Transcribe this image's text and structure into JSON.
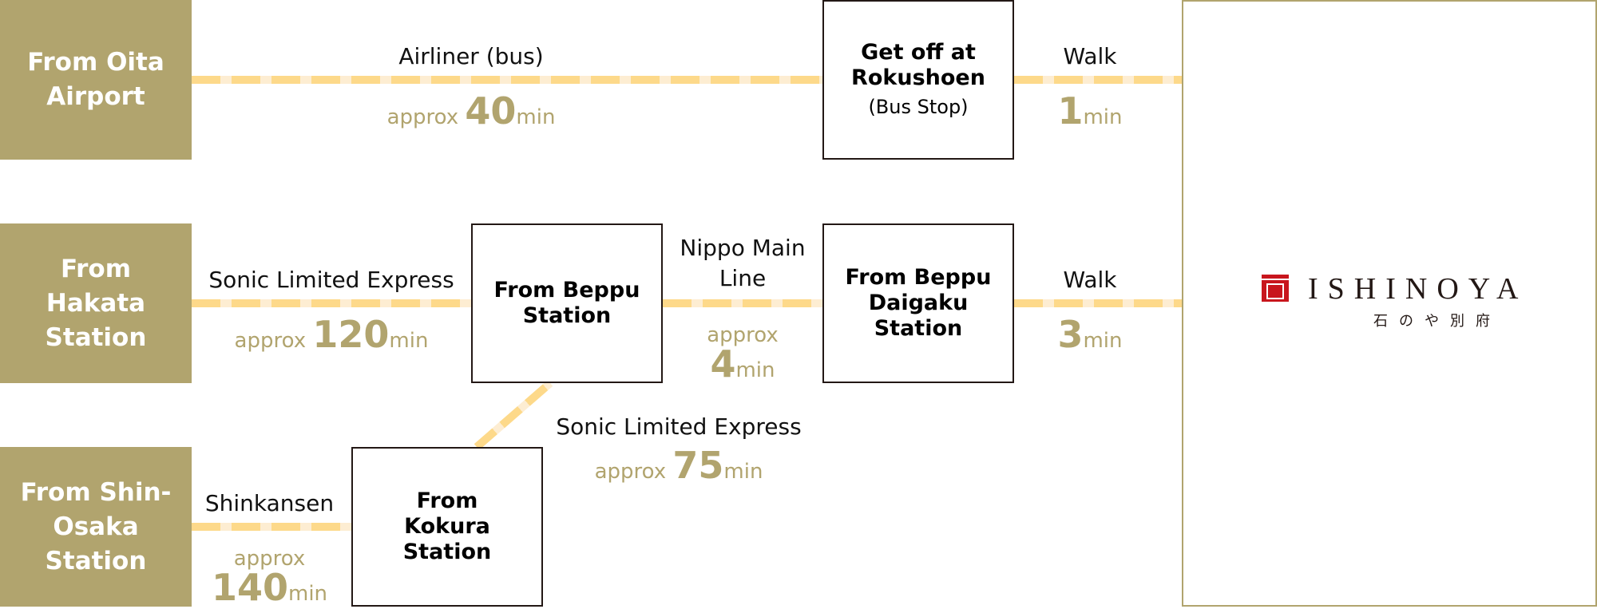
{
  "origins": [
    {
      "label": "From Oita Airport"
    },
    {
      "label": "From Hakata Station"
    },
    {
      "label": "From Shin-Osaka Station"
    }
  ],
  "stations": {
    "rokushoen": {
      "label": "Get off at Rokushoen",
      "sub": "(Bus Stop)"
    },
    "beppu": {
      "label": "From Beppu Station"
    },
    "beppu_daigaku": {
      "label": "From Beppu Daigaku Station"
    },
    "kokura": {
      "label": "From Kokura Station"
    }
  },
  "routes": [
    {
      "mode": "Airliner (bus)",
      "prefix": "approx",
      "minutes": "40",
      "unit": "min"
    },
    {
      "mode": "Walk",
      "prefix": "",
      "minutes": "1",
      "unit": "min"
    },
    {
      "mode": "Sonic Limited Express",
      "prefix": "approx",
      "minutes": "120",
      "unit": "min"
    },
    {
      "mode": "Nippo Main Line",
      "prefix": "approx",
      "minutes": "4",
      "unit": "min"
    },
    {
      "mode": "Walk",
      "prefix": "",
      "minutes": "3",
      "unit": "min"
    },
    {
      "mode": "Shinkansen",
      "prefix": "approx",
      "minutes": "140",
      "unit": "min"
    },
    {
      "mode": "Sonic Limited Express",
      "prefix": "approx",
      "minutes": "75",
      "unit": "min"
    }
  ],
  "destination": {
    "brand": "ISHINOYA",
    "brand_jp": "石のや別府",
    "logo_icon": "ishinoya-mark-icon"
  },
  "colors": {
    "accent_gold": "#b1a46e",
    "route_yellow": "#fdd98a",
    "route_light": "#fdedd2",
    "logo_red": "#c8161d",
    "border_dark": "#231815"
  }
}
